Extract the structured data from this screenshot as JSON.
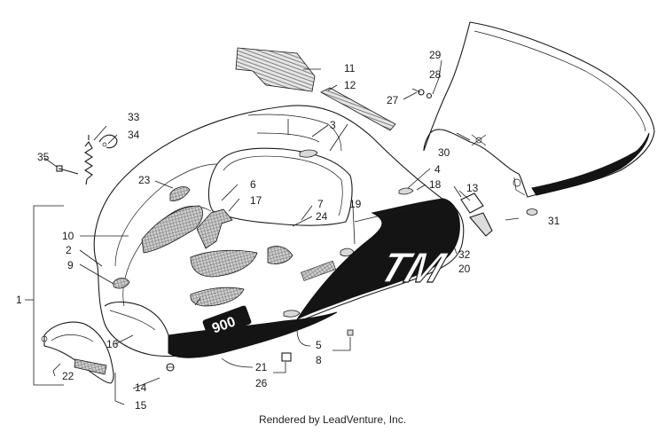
{
  "callouts": {
    "c1": "1",
    "c2": "2",
    "c3": "3",
    "c4": "4",
    "c5": "5",
    "c6": "6",
    "c7": "7",
    "c8": "8",
    "c9": "9",
    "c10": "10",
    "c11": "11",
    "c12": "12",
    "c13": "13",
    "c14": "14",
    "c15": "15",
    "c16": "16",
    "c17": "17",
    "c18": "18",
    "c19": "19",
    "c20": "20",
    "c21": "21",
    "c22": "22",
    "c23": "23",
    "c24": "24",
    "c26": "26",
    "c27": "27",
    "c28": "28",
    "c29": "29",
    "c30": "30",
    "c31": "31",
    "c32": "32",
    "c33": "33",
    "c34": "34",
    "c35": "35"
  },
  "decals": {
    "model_number": "900",
    "brand_mark": "TM"
  },
  "footer": "Rendered by LeadVenture, Inc."
}
